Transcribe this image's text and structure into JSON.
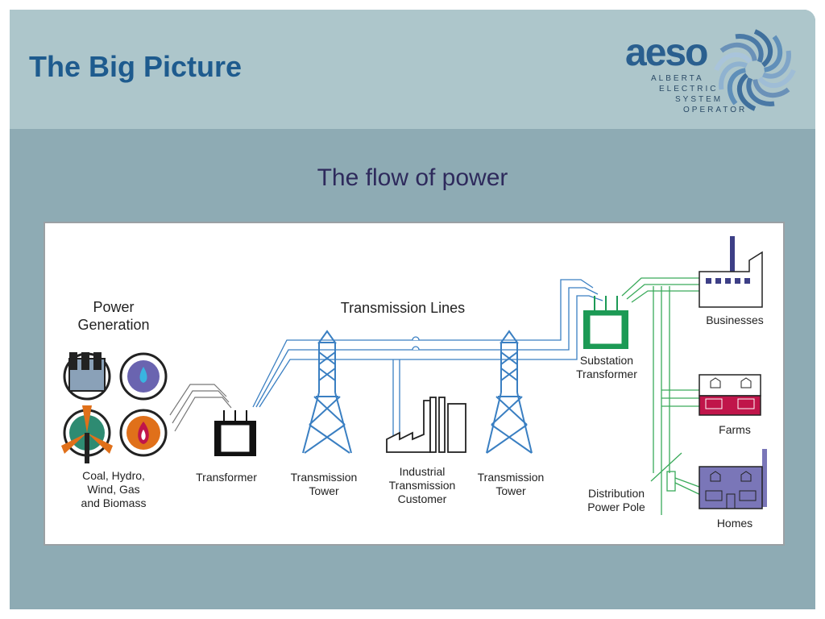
{
  "header": {
    "title": "The Big Picture",
    "logo": {
      "word": "aeso",
      "lines": [
        "ALBERTA",
        "ELECTRIC",
        "SYSTEM",
        "OPERATOR"
      ]
    }
  },
  "diagram": {
    "subtitle": "The flow of power",
    "labels": {
      "power_generation": "Power\nGeneration",
      "transmission_lines": "Transmission Lines",
      "sources": "Coal, Hydro,\nWind, Gas\nand Biomass",
      "transformer": "Transformer",
      "tower_1": "Transmission\nTower",
      "industrial": "Industrial\nTransmission\nCustomer",
      "tower_2": "Transmission\nTower",
      "substation": "Substation\nTransformer",
      "distribution": "Distribution\nPower Pole",
      "businesses": "Businesses",
      "farms": "Farms",
      "homes": "Homes"
    }
  },
  "colors": {
    "header_bg": "#adc6cb",
    "slide_bg": "#8eabb4",
    "title": "#1e5b8e",
    "transmission": "#3a7fc2",
    "distribution": "#3aaa5a",
    "farm": "#c0154a",
    "home": "#7a76b8"
  }
}
